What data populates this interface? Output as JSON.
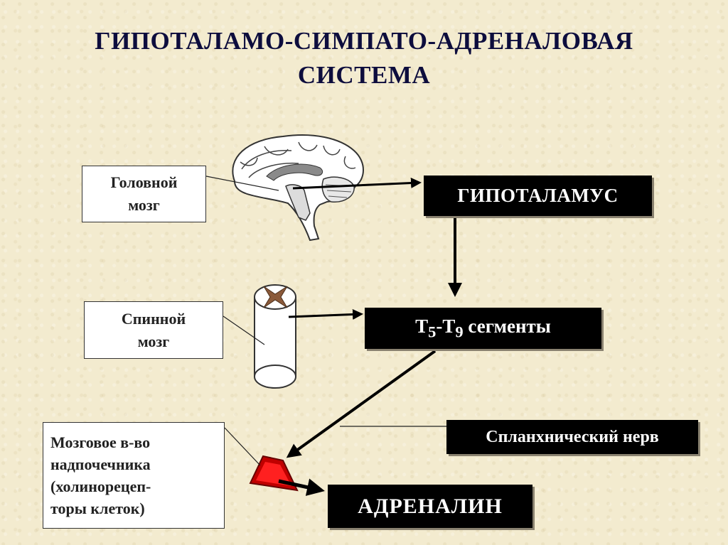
{
  "title": {
    "line1": "ГИПОТАЛАМО-СИМПАТО-АДРЕНАЛОВАЯ",
    "line2": "СИСТЕМА"
  },
  "labels": {
    "brain": [
      "Головной",
      "мозг"
    ],
    "spine": [
      "Спинной",
      "мозг"
    ],
    "adrenal": [
      "Мозговое в-во",
      "надпочечника",
      "(холинорецеп-",
      "торы клеток)"
    ]
  },
  "boxes": {
    "hypothalamus": "ГИПОТАЛАМУС",
    "segments": {
      "t": "Т",
      "sub1": "5",
      "dash": "-Т",
      "sub2": "9",
      "rest": " сегменты"
    },
    "nerve": "Спланхнический нерв",
    "adrenaline": "АДРЕНАЛИН"
  },
  "colors": {
    "title": "#0d0d3d",
    "background": "#f3ebcf",
    "box_dark": "#000000",
    "adrenal_red": "#e01010"
  }
}
